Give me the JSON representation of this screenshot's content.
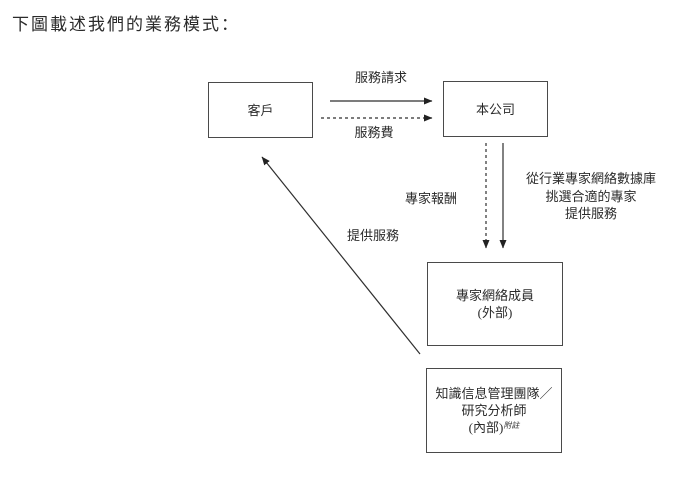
{
  "page": {
    "heading": "下圖載述我們的業務模式："
  },
  "diagram": {
    "type": "flowchart",
    "colors": {
      "ink": "#2b2b2b",
      "box_border": "#4a4a4a",
      "background": "#ffffff"
    },
    "nodes": {
      "customer": {
        "label": "客戶"
      },
      "company": {
        "label": "本公司"
      },
      "expert_network": {
        "lines": [
          "專家網絡成員",
          "(外部)"
        ]
      },
      "internal_team": {
        "lines": [
          "知識信息管理團隊／",
          "研究分析師",
          "(內部)"
        ],
        "superscript_note": "附註"
      }
    },
    "edges": [
      {
        "id": "service-request",
        "label": "服務請求",
        "from": "customer",
        "to": "company",
        "line": "solid",
        "direction": "right"
      },
      {
        "id": "service-fee",
        "label": "服務費",
        "from": "customer",
        "to": "company",
        "line": "dashed",
        "direction": "right"
      },
      {
        "id": "expert-remuneration",
        "label": "專家報酬",
        "from": "company",
        "to": "expert_network",
        "line": "dashed",
        "direction": "down"
      },
      {
        "id": "select-experts",
        "label_lines": [
          "從行業專家網絡數據庫",
          "挑選合適的專家",
          "提供服務"
        ],
        "from": "company",
        "to": "expert_network",
        "line": "solid",
        "direction": "down"
      },
      {
        "id": "provide-services",
        "label": "提供服務",
        "from": "expert_network_and_internal_team",
        "to": "customer",
        "line": "solid",
        "direction": "up-left"
      }
    ]
  }
}
